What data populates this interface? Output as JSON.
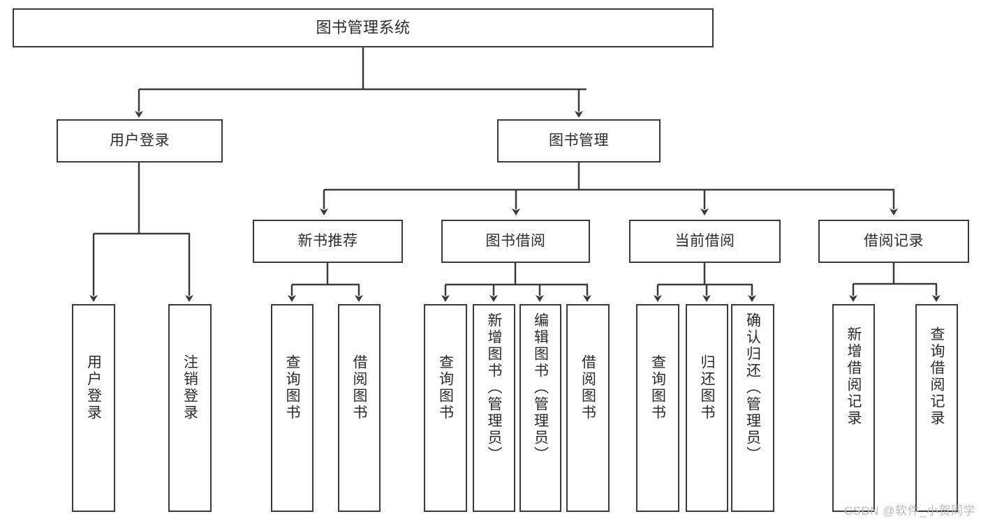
{
  "diagram": {
    "title_node": {
      "label": "图书管理系统"
    },
    "level2": [
      {
        "key": "user_login",
        "label": "用户登录"
      },
      {
        "key": "book_manage",
        "label": "图书管理"
      }
    ],
    "level3": [
      {
        "key": "new_book_rec",
        "label": "新书推荐"
      },
      {
        "key": "book_borrow",
        "label": "图书借阅"
      },
      {
        "key": "current_borrow",
        "label": "当前借阅"
      },
      {
        "key": "borrow_record",
        "label": "借阅记录"
      }
    ],
    "leaves": {
      "user_login": [
        {
          "key": "login",
          "label": "用户登录"
        },
        {
          "key": "logout",
          "label": "注销登录"
        }
      ],
      "new_book_rec": [
        {
          "key": "query_book_1",
          "label": "查询图书"
        },
        {
          "key": "borrow_book_1",
          "label": "借阅图书"
        }
      ],
      "book_borrow": [
        {
          "key": "query_book_2",
          "label": "查询图书"
        },
        {
          "key": "add_book",
          "label": "新增图书（管理员）"
        },
        {
          "key": "edit_book",
          "label": "编辑图书（管理员）"
        },
        {
          "key": "borrow_book_2",
          "label": "借阅图书"
        }
      ],
      "current_borrow": [
        {
          "key": "query_book_3",
          "label": "查询图书"
        },
        {
          "key": "return_book",
          "label": "归还图书"
        },
        {
          "key": "confirm_return",
          "label": "确认归还（管理员）"
        }
      ],
      "borrow_record": [
        {
          "key": "add_record",
          "label": "新增借阅记录"
        },
        {
          "key": "query_record",
          "label": "查询借阅记录"
        }
      ]
    }
  },
  "watermark": {
    "text": "CSDN @软件_小贺同学"
  },
  "colors": {
    "stroke": "#3a3a3a",
    "fill": "#ffffff",
    "text": "#2b2b2b",
    "watermark": "#b9b9b9"
  }
}
